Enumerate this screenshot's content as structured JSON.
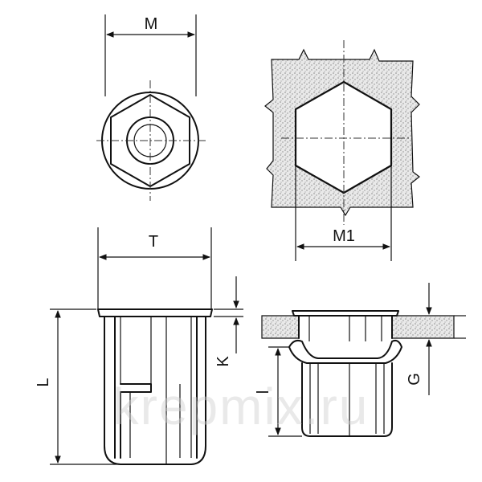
{
  "labels": {
    "M": "M",
    "M1": "M1",
    "T": "T",
    "L": "L",
    "K": "K",
    "l": "l",
    "G": "G"
  },
  "watermark": "krepmix.ru",
  "colors": {
    "line": "#111111",
    "stipple": "#bdbdbd",
    "background": "#ffffff"
  }
}
